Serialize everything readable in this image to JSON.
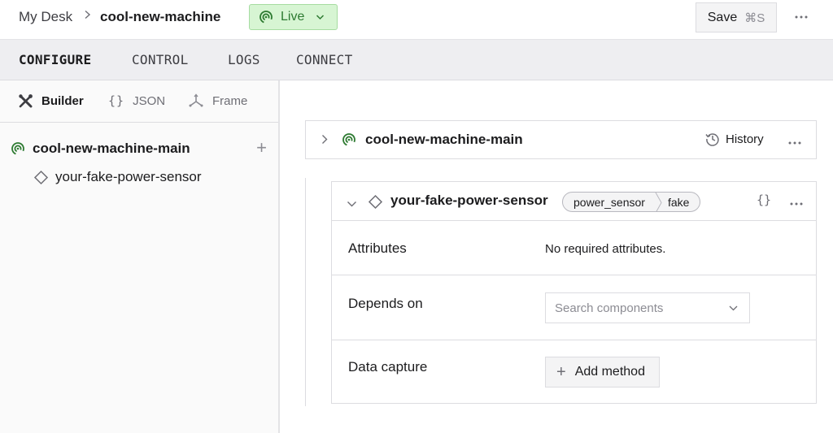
{
  "header": {
    "breadcrumb": {
      "root": "My Desk",
      "separator": ">",
      "current": "cool-new-machine"
    },
    "status_badge": {
      "label": "Live",
      "icon": "live-signal-icon",
      "color": "#2d7a31",
      "background": "#d7f5d3"
    },
    "save_button": {
      "label": "Save",
      "shortcut": "⌘S"
    },
    "more_icon": "more-horizontal-icon"
  },
  "tabs": [
    {
      "label": "CONFIGURE",
      "active": true
    },
    {
      "label": "CONTROL",
      "active": false
    },
    {
      "label": "LOGS",
      "active": false
    },
    {
      "label": "CONNECT",
      "active": false
    }
  ],
  "sidebar": {
    "view_tabs": [
      {
        "label": "Builder",
        "icon": "tools-icon",
        "active": true
      },
      {
        "label": "JSON",
        "icon": "braces-icon",
        "active": false
      },
      {
        "label": "Frame",
        "icon": "axes-icon",
        "active": false
      }
    ],
    "tree": {
      "root": {
        "label": "cool-new-machine-main",
        "icon": "live-signal-icon",
        "add_icon": "+"
      },
      "children": [
        {
          "label": "your-fake-power-sensor",
          "icon": "diamond-icon"
        }
      ]
    }
  },
  "main": {
    "machine_card": {
      "title": "cool-new-machine-main",
      "history_label": "History"
    },
    "component_card": {
      "title": "your-fake-power-sensor",
      "type": "power_sensor",
      "model": "fake",
      "json_label": "{}",
      "rows": {
        "attributes": {
          "label": "Attributes",
          "value": "No required attributes."
        },
        "depends_on": {
          "label": "Depends on",
          "placeholder": "Search components"
        },
        "data_capture": {
          "label": "Data capture",
          "button_label": "Add method"
        }
      }
    }
  },
  "colors": {
    "accent_green": "#2d7a31",
    "border": "#dcdce0",
    "tabbar_bg": "#eeeef1",
    "sidebar_bg": "#fafafa"
  }
}
